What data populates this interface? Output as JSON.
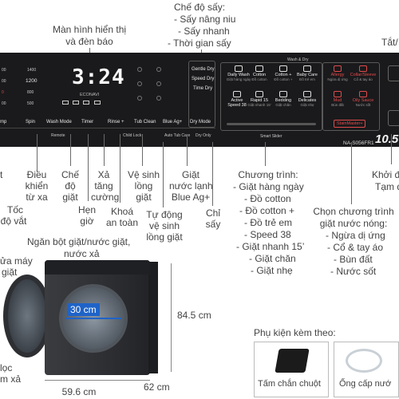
{
  "top": {
    "dry_title": "Chế độ sấy:",
    "dry_items": [
      "- Sấy nâng niu",
      "- Sấy nhanh",
      "- Thời gian sấy"
    ],
    "display_title_1": "Màn hình hiển thị",
    "display_title_2": "và đèn báo",
    "right_cut": "Tắt/"
  },
  "panel": {
    "time_display": "3:24",
    "econavi": "ECONAVI",
    "rpm_left": [
      "00",
      "00",
      "0",
      "00"
    ],
    "rpm_right": [
      "1400",
      "1200",
      "800",
      "500"
    ],
    "buttons": [
      "mp",
      "Spin",
      "Wash Mode",
      "Timer",
      "Rinse +",
      "Tub Clean",
      "Blue Ag+",
      "Dry Mode"
    ],
    "remote": "Remote",
    "child_lock": "Child Lock",
    "auto_tub": "Auto Tub Care",
    "dry_only": "Dry Only",
    "dry_modes": [
      "Gentle Dry",
      "Speed Dry",
      "Time Dry"
    ],
    "wash_dry_label": "Wash & Dry",
    "programs_row1": [
      {
        "name": "Daily Wash",
        "sub": "Giặt hàng ngày"
      },
      {
        "name": "Cotton",
        "sub": "Đồ cotton"
      },
      {
        "name": "Cotton +",
        "sub": "Đồ cotton +"
      },
      {
        "name": "Baby Care",
        "sub": "Đồ trẻ em"
      }
    ],
    "programs_row2": [
      {
        "name": "Active Speed 38",
        "sub": ""
      },
      {
        "name": "Rapid 15",
        "sub": "Giặt nhanh 15'"
      },
      {
        "name": "Bedding",
        "sub": "Giặt chăn"
      },
      {
        "name": "Delicates",
        "sub": "Giặt nhẹ"
      }
    ],
    "smart_slider": "Smart Slider",
    "programs_red": [
      {
        "name": "Allergy",
        "sub": "Ngừa dị ứng"
      },
      {
        "name": "Collar/Sleeve",
        "sub": "Cổ & tay áo"
      },
      {
        "name": "Mud",
        "sub": "Bùn đất"
      },
      {
        "name": "Oily Sauce",
        "sub": "Nước sốt"
      }
    ],
    "steam_master": "StainMaster+",
    "model": "NA-S056FR1",
    "capacity": "10.5"
  },
  "annotations": {
    "left": [
      {
        "l1": "t",
        "l2": ""
      },
      {
        "l1": "Điều",
        "l2": "khiển",
        "l3": "từ xa"
      },
      {
        "l1": "Chế",
        "l2": "độ",
        "l3": "giặt"
      },
      {
        "l1": "Xả",
        "l2": "tăng",
        "l3": "cường"
      },
      {
        "l1": "Vệ sinh",
        "l2": "lồng",
        "l3": "giặt"
      },
      {
        "l1": "Giặt",
        "l2": "nước lạnh",
        "l3": "Blue Ag+"
      }
    ],
    "left2": [
      {
        "l1": "Tốc",
        "l2": "độ vắt"
      },
      {
        "l1": "Hẹn",
        "l2": "giờ"
      },
      {
        "l1": "Khoá",
        "l2": "an toàn"
      },
      {
        "l1": "Tự động",
        "l2": "vệ sinh",
        "l3": "lồng giặt"
      },
      {
        "l1": "Chỉ",
        "l2": "sấy"
      }
    ],
    "programs_title": "Chương trình:",
    "programs": [
      "- Giặt hàng ngày",
      "- Đồ cotton",
      "- Đồ cotton +",
      "- Đồ trẻ em",
      "- Speed 38",
      "- Giặt nhanh 15’",
      "- Giặt chăn",
      "- Giặt nhẹ"
    ],
    "stain_title_1": "Chọn chương trình",
    "stain_title_2": "giặt nước nóng:",
    "stain": [
      "- Ngừa dị ứng",
      "- Cổ & tay áo",
      "- Bùn đất",
      "- Nước sốt"
    ],
    "right_cut_1": "Khởi đ",
    "right_cut_2": "Tạm d"
  },
  "machine": {
    "detergent": "Ngăn bột giặt/nước giặt,",
    "softener": "nước xả",
    "left_cut_1": "ửa máy",
    "left_cut_2": "giặt",
    "door": "30 cm",
    "filter_1": "lọc",
    "filter_2": "m xả",
    "height": "84.5 cm",
    "width": "59.6 cm",
    "depth": "62 cm"
  },
  "accessories": {
    "title": "Phụ kiện kèm theo:",
    "mat": "Tấm chắn chuột",
    "hose": "Ống cấp nướ"
  }
}
